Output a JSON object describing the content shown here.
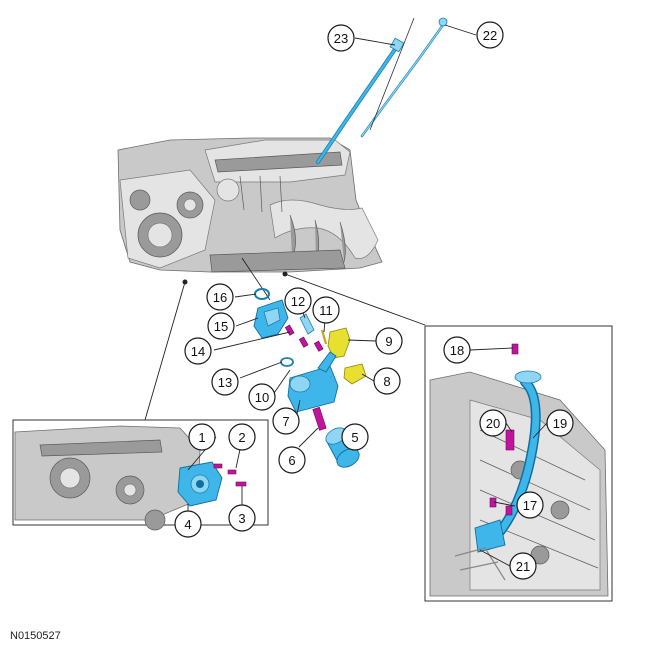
{
  "figure_reference": "N0150527",
  "callouts": [
    {
      "label": "1"
    },
    {
      "label": "2"
    },
    {
      "label": "3"
    },
    {
      "label": "4"
    },
    {
      "label": "5"
    },
    {
      "label": "6"
    },
    {
      "label": "7"
    },
    {
      "label": "8"
    },
    {
      "label": "9"
    },
    {
      "label": "10"
    },
    {
      "label": "11"
    },
    {
      "label": "12"
    },
    {
      "label": "13"
    },
    {
      "label": "14"
    },
    {
      "label": "15"
    },
    {
      "label": "16"
    },
    {
      "label": "17"
    },
    {
      "label": "18"
    },
    {
      "label": "19"
    },
    {
      "label": "20"
    },
    {
      "label": "21"
    },
    {
      "label": "22"
    },
    {
      "label": "23"
    }
  ],
  "colors": {
    "component_blue": "#3fb6ea",
    "fastener_magenta": "#c0149c",
    "fitting_yellow": "#e8e030",
    "engine_grey": "#c9c9c9"
  }
}
